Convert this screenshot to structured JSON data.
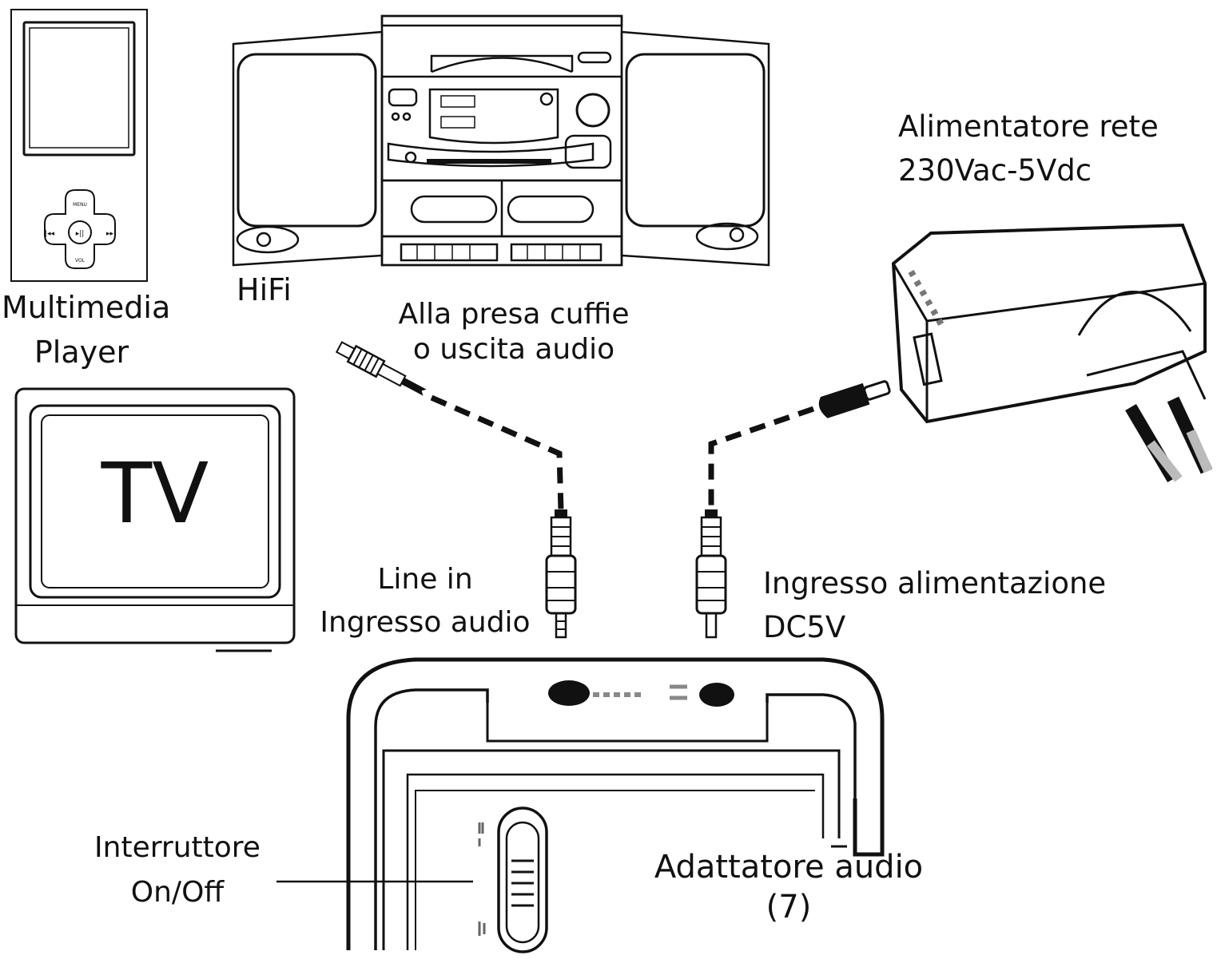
{
  "labels": {
    "multimedia_player": [
      "Multimedia",
      "Player"
    ],
    "hifi": "HiFi",
    "tv": "TV",
    "headphone_jack": [
      "Alla presa cuffie",
      "o uscita audio"
    ],
    "mains_adapter": [
      "Alimentatore rete",
      "230Vac-5Vdc"
    ],
    "line_in": [
      "Line in",
      "Ingresso audio"
    ],
    "power_input": [
      "Ingresso alimentazione",
      "DC5V"
    ],
    "switch": [
      "Interruttore",
      "On/Off"
    ],
    "audio_adapter": [
      "Adattatore audio",
      "(7)"
    ]
  },
  "player_buttons": {
    "top": "MENU",
    "bottom": "VOL",
    "left": "|◂◂",
    "center": "▸||",
    "right": "▸▸|"
  },
  "colors": {
    "ink": "#111111",
    "paper": "#ffffff",
    "gray": "#8a8a8a"
  }
}
